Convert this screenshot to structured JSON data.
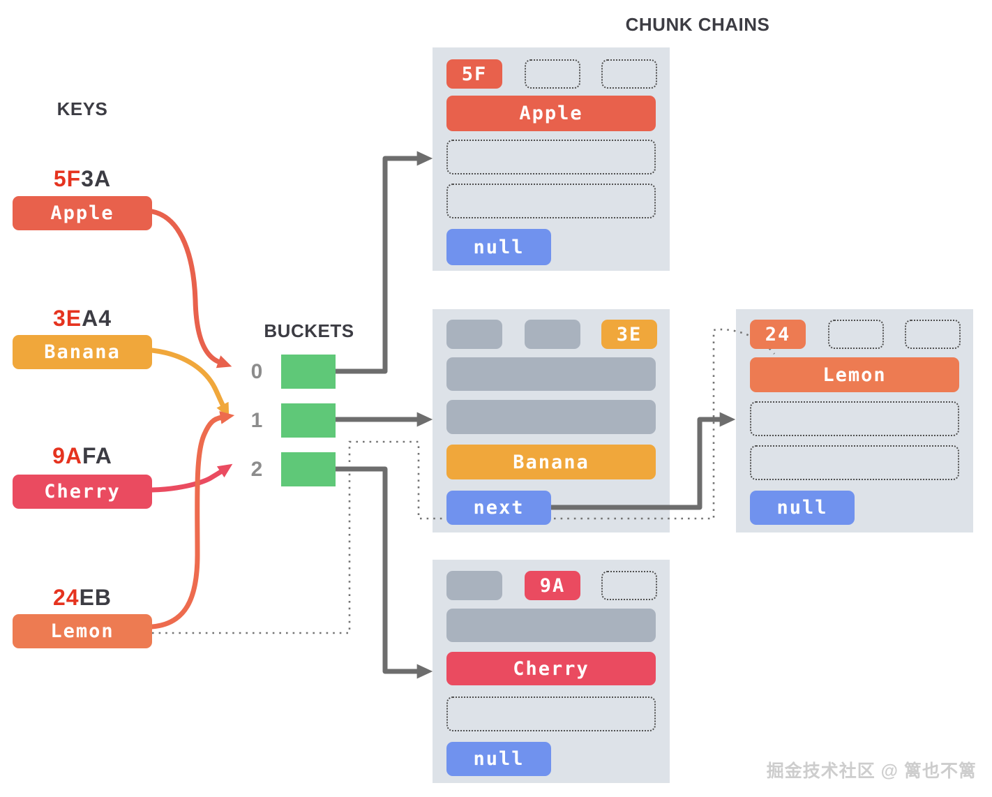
{
  "title": "CHUNK CHAINS",
  "keys": {
    "label": "KEYS",
    "items": [
      {
        "hash_prefix": "5F",
        "hash_suffix": "3A",
        "name": "Apple",
        "color": "#E8614C",
        "maps_to_bucket": "0"
      },
      {
        "hash_prefix": "3E",
        "hash_suffix": "A4",
        "name": "Banana",
        "color": "#F0A73B",
        "maps_to_bucket": "1"
      },
      {
        "hash_prefix": "9A",
        "hash_suffix": "FA",
        "name": "Cherry",
        "color": "#EA4B60",
        "maps_to_bucket": "2"
      },
      {
        "hash_prefix": "24",
        "hash_suffix": "EB",
        "name": "Lemon",
        "color": "#ED7B52",
        "maps_to_bucket": "1"
      }
    ]
  },
  "buckets": {
    "label": "BUCKETS",
    "indices": [
      "0",
      "1",
      "2"
    ],
    "color": "#5FC878"
  },
  "chunks": [
    {
      "name": "Apple",
      "hash_tag": "5F",
      "pointer": "null",
      "color": "#E8614C"
    },
    {
      "name": "Banana",
      "hash_tag": "3E",
      "pointer": "next",
      "color": "#F0A73B"
    },
    {
      "name": "Cherry",
      "hash_tag": "9A",
      "pointer": "null",
      "color": "#EA4B60"
    },
    {
      "name": "Lemon",
      "hash_tag": "24",
      "pointer": "null",
      "color": "#ED7B52"
    }
  ],
  "watermark": "掘金技术社区 @ 篱也不篱",
  "colors": {
    "hash_red": "#E5331F",
    "text_dark": "#3C3C43",
    "pointer_blue": "#7092EE",
    "panel_bg": "#DDE2E8",
    "slot_gray": "#A9B2BE",
    "connector_gray": "#6D6D6D",
    "bucket_index_gray": "#8C8C8C"
  }
}
